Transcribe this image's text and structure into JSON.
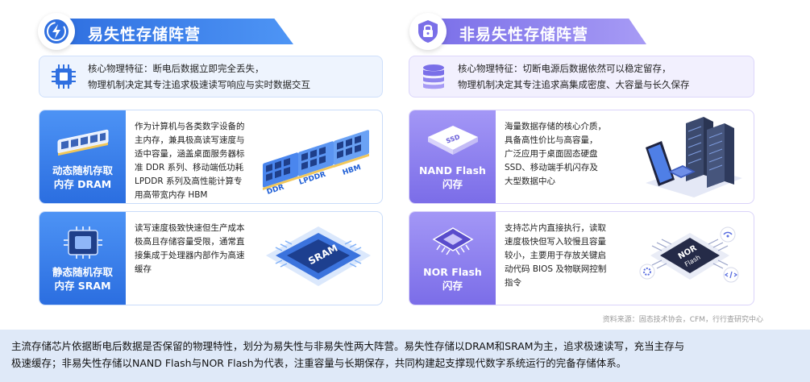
{
  "volatile": {
    "title": "易失性存储阵营",
    "feature_lines": [
      "核心物理特征：断电后数据立即完全丢失，",
      "物理机制决定其专注追求极速读写响应与实时数据交互"
    ],
    "dram": {
      "label_lines": [
        "动态随机存取",
        "内存 DRAM"
      ],
      "desc_lines": [
        "作为计算机与各类数字设备的",
        "主内存，兼具极高读写速度与",
        "适中容量，涵盖桌面服务器标",
        "准 DDR 系列、移动端低功耗",
        "LPDDR 系列及高性能计算专",
        "用高带宽内存 HBM"
      ],
      "module_labels": [
        "DDR",
        "LPDDR",
        "HBM"
      ]
    },
    "sram": {
      "label_lines": [
        "静态随机存取",
        "内存 SRAM"
      ],
      "desc_lines": [
        "读写速度极致快速但生产成本",
        "极高且存储容量受限，通常直",
        "接集成于处理器内部作为高速",
        "缓存"
      ],
      "chip_label": "SRAM"
    }
  },
  "nonvolatile": {
    "title": "非易失性存储阵营",
    "feature_lines": [
      "核心物理特征：切断电源后数据依然可以稳定留存，",
      "物理机制决定其专注追求高集成密度、大容量与长久保存"
    ],
    "nand": {
      "label_lines": [
        "NAND Flash",
        "闪存"
      ],
      "desc_lines": [
        "海量数据存储的核心介质，",
        "具备高性价比与高容量，",
        "广泛应用于桌面固态硬盘",
        "SSD、移动端手机闪存及",
        "大型数据中心"
      ],
      "ssd_label": "SSD"
    },
    "nor": {
      "label_lines": [
        "NOR Flash",
        "闪存"
      ],
      "desc_lines": [
        "支持芯片内直接执行，读取",
        "速度极快但写入较慢且容量",
        "较小，主要用于存放关键启",
        "动代码 BIOS 及物联网控制",
        "指令"
      ],
      "chip_label_lines": [
        "NOR",
        "Flash"
      ]
    }
  },
  "source": "资料来源：固态技术协会，CFM，行行查研究中心",
  "summary_lines": [
    "主流存储芯片依据断电后数据是否保留的物理特性，划分为易失性与非易失性两大阵营。易失性存储以DRAM和SRAM为主，追求极速读写，充当主存与",
    "极速缓存；非易失性存储以NAND Flash与NOR Flash为代表，注重容量与长期保存，共同构建起支撑现代数字系统运行的完备存储体系。"
  ],
  "colors": {
    "blue": "#2f6fe0",
    "purple": "#7a6fe8",
    "summary_bg": "#dfe9f8"
  },
  "icons": [
    "lightning-shield-icon",
    "lock-shield-icon",
    "chip-icon",
    "database-icon",
    "ram-module-icon",
    "sram-chip-icon",
    "ssd-icon",
    "nor-chip-icon"
  ]
}
